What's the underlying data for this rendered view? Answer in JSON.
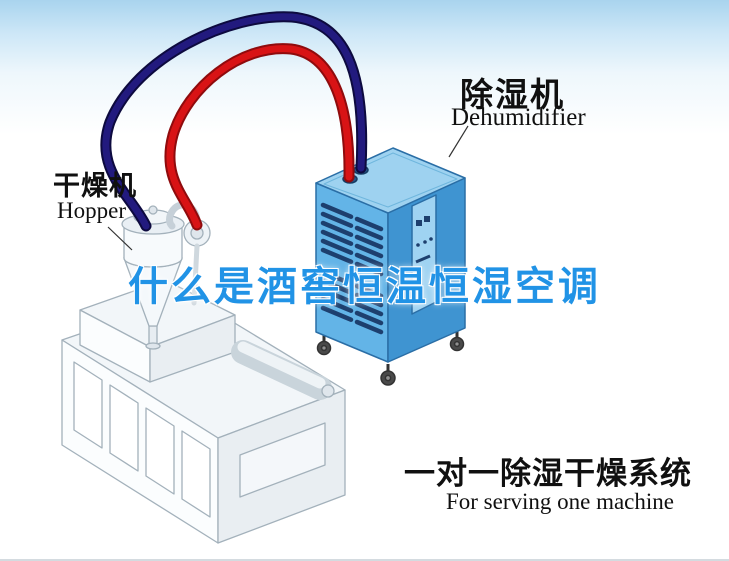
{
  "dehumidifier": {
    "label_zh": "除湿机",
    "label_en": "Dehumidifier"
  },
  "hopper": {
    "label_zh": "干燥机",
    "label_en": "Hopper"
  },
  "watermark": {
    "text": "什么是酒窖恒温恒湿空调"
  },
  "caption": {
    "label_zh": "一对一除湿干燥系统",
    "label_en": "For serving one machine"
  },
  "colors": {
    "background_top": "#a9d4ee",
    "machine_blue_front": "#63b4e7",
    "machine_blue_side": "#3f94d1",
    "machine_blue_top": "#9ed2f0",
    "vent_navy": "#1d3f6e",
    "pipe_red": "#d01012",
    "pipe_navy": "#1b1464",
    "watermark_blue": "#2193e6",
    "line_art_gray": "#a3b1bb"
  }
}
